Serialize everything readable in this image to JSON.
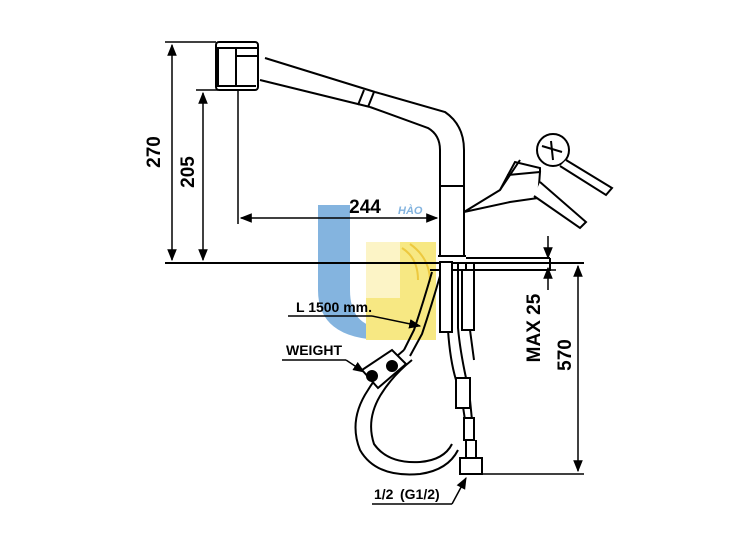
{
  "dimensions": {
    "height_total": "270",
    "height_spout": "205",
    "reach": "244",
    "deck_max": "MAX 25",
    "below_deck": "570"
  },
  "labels": {
    "hose_length": "L 1500 mm.",
    "weight": "WEIGHT",
    "connection_main": "1/2",
    "connection_sub": "(G1/2)"
  },
  "watermark": {
    "text": "HÀO"
  },
  "colors": {
    "line": "#000000",
    "watermark_blue": "#5b9bd5",
    "watermark_yellow": "#f5e15a"
  }
}
